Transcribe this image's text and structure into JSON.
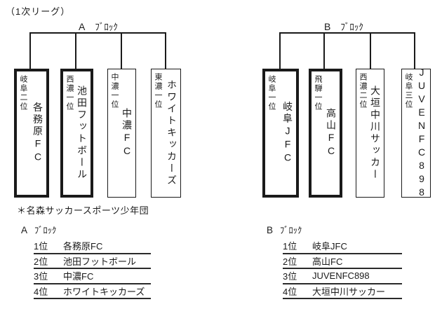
{
  "meta": {
    "title": "（1次リーグ）",
    "note": "＊名森サッカースポーツ少年団"
  },
  "colors": {
    "ink": "#1a1a1a",
    "background": "#ffffff"
  },
  "blocks": [
    {
      "label_letter": "A",
      "label_kana": "ﾌﾞﾛｯｸ",
      "teams": [
        {
          "qualifier": "岐阜二位",
          "name": "各務原FC",
          "highlight": true
        },
        {
          "qualifier": "西濃一位",
          "name": "池田フットボール",
          "highlight": true
        },
        {
          "qualifier": "中濃一位",
          "name": "中濃FC",
          "highlight": false
        },
        {
          "qualifier": "東濃一位",
          "name": "ホワイトキッカーズ",
          "highlight": false
        }
      ],
      "standings": [
        {
          "rank": "1位",
          "team": "各務原FC"
        },
        {
          "rank": "2位",
          "team": "池田フットボール"
        },
        {
          "rank": "3位",
          "team": "中濃FC"
        },
        {
          "rank": "4位",
          "team": "ホワイトキッカーズ"
        }
      ]
    },
    {
      "label_letter": "B",
      "label_kana": "ﾌﾞﾛｯｸ",
      "teams": [
        {
          "qualifier": "岐阜一位",
          "name": "岐阜JFC",
          "highlight": true
        },
        {
          "qualifier": "飛騨一位",
          "name": "高山FC",
          "highlight": true
        },
        {
          "qualifier": "西濃二位",
          "name": "大垣中川サッカー",
          "highlight": false
        },
        {
          "qualifier": "岐阜三位",
          "name": "JUVENFC898",
          "highlight": false
        }
      ],
      "standings": [
        {
          "rank": "1位",
          "team": "岐阜JFC"
        },
        {
          "rank": "2位",
          "team": "高山FC"
        },
        {
          "rank": "3位",
          "team": "JUVENFC898"
        },
        {
          "rank": "4位",
          "team": "大垣中川サッカー"
        }
      ]
    }
  ]
}
